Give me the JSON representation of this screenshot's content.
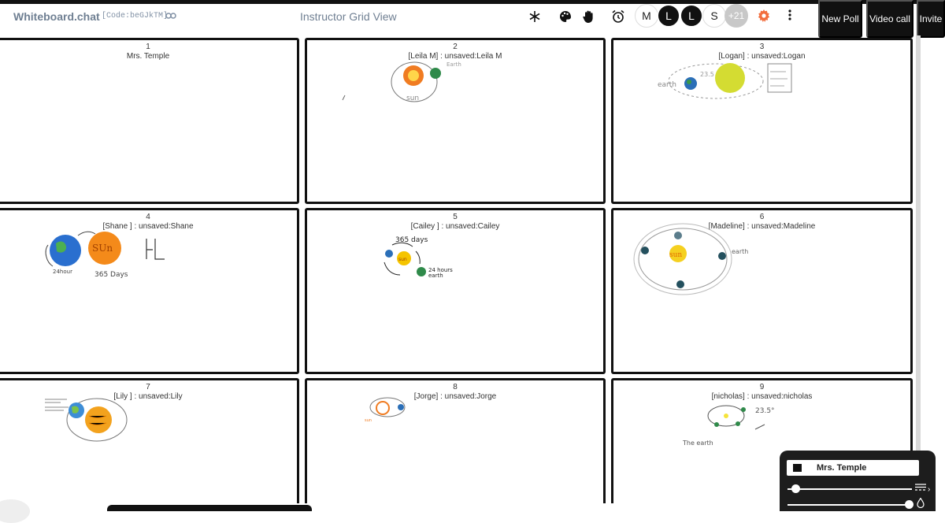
{
  "header": {
    "brand": "Whiteboard.chat",
    "code": "[Code:beGJkTM]",
    "view_title": "Instructor Grid View",
    "avatars": [
      "M",
      "L",
      "L",
      "S"
    ],
    "more_count": "+21",
    "buttons": {
      "new_poll": "New Poll",
      "video_call": "Video call",
      "invite": "Invite"
    },
    "icons": [
      "snowflake-icon",
      "palette-icon",
      "hand-icon",
      "alarm-icon",
      "gear-icon",
      "kebab-menu-icon",
      "link-icon"
    ],
    "accent_color": "#f26d3d"
  },
  "grid": {
    "cells": [
      {
        "number": "1",
        "label": "Mrs. Temple"
      },
      {
        "number": "2",
        "label": "[Leila M] : unsaved:Leila M"
      },
      {
        "number": "3",
        "label": "[Logan] : unsaved:Logan"
      },
      {
        "number": "4",
        "label": "[Shane ] : unsaved:Shane"
      },
      {
        "number": "5",
        "label": "[Cailey ] : unsaved:Cailey"
      },
      {
        "number": "6",
        "label": "[Madeline] : unsaved:Madeline"
      },
      {
        "number": "7",
        "label": "[Lily ] : unsaved:Lily"
      },
      {
        "number": "8",
        "label": "[Jorge] : unsaved:Jorge"
      },
      {
        "number": "9",
        "label": "[nicholas] : unsaved:nicholas"
      }
    ],
    "sketch_text": {
      "cell2_sun": "sun",
      "cell2_earth": "Earth",
      "cell3_earth": "earth",
      "cell3_tilt": "23.5",
      "cell4_sun": "SUn",
      "cell4_days": "365 Days",
      "cell4_hours": "24hour",
      "cell5_days": "365 days",
      "cell5_sun": "sun",
      "cell5_hours": "24 hours",
      "cell5_earth": "earth",
      "cell6_sun": "sun",
      "cell6_earth": "earth",
      "cell8_sun": "sun",
      "cell9_tilt": "23.5°",
      "cell9_earth": "The earth"
    }
  },
  "tool_panel": {
    "user_name": "Mrs. Temple",
    "size_level": 0.05,
    "opacity_level": 1.0
  }
}
